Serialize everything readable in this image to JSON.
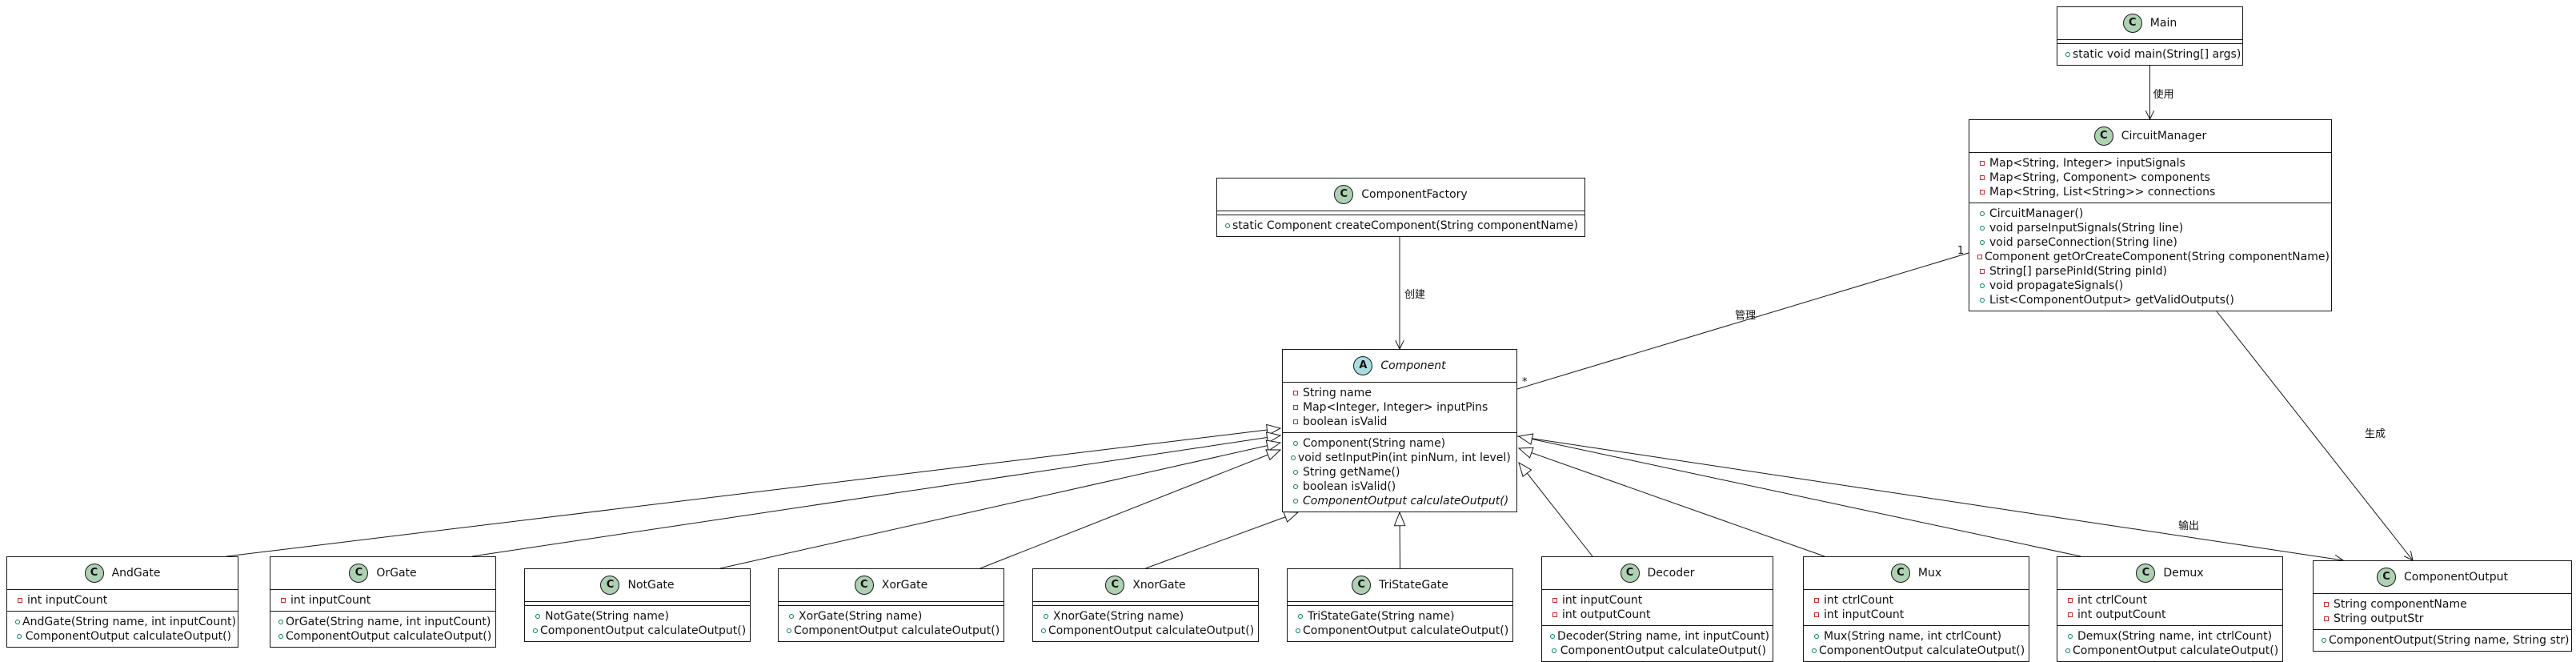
{
  "classes": [
    {
      "id": "Main",
      "kind": "class",
      "name": "Main",
      "attrs": [],
      "methods": [
        {
          "v": "+",
          "t": "static void main(String[] args)"
        }
      ]
    },
    {
      "id": "CircuitManager",
      "kind": "class",
      "name": "CircuitManager",
      "attrs": [
        {
          "v": "-",
          "t": "Map<String, Integer> inputSignals"
        },
        {
          "v": "-",
          "t": "Map<String, Component> components"
        },
        {
          "v": "-",
          "t": "Map<String, List<String>> connections"
        }
      ],
      "methods": [
        {
          "v": "+",
          "t": "CircuitManager()"
        },
        {
          "v": "+",
          "t": "void parseInputSignals(String line)"
        },
        {
          "v": "+",
          "t": "void parseConnection(String line)"
        },
        {
          "v": "-",
          "t": "Component getOrCreateComponent(String componentName)"
        },
        {
          "v": "-",
          "t": "String[] parsePinId(String pinId)"
        },
        {
          "v": "+",
          "t": "void propagateSignals()"
        },
        {
          "v": "+",
          "t": "List<ComponentOutput> getValidOutputs()"
        }
      ]
    },
    {
      "id": "ComponentFactory",
      "kind": "class",
      "name": "ComponentFactory",
      "attrs": [],
      "methods": [
        {
          "v": "+",
          "t": "static Component createComponent(String componentName)"
        }
      ]
    },
    {
      "id": "Component",
      "kind": "abstract",
      "name": "Component",
      "attrs": [
        {
          "v": "-",
          "t": "String name"
        },
        {
          "v": "-",
          "t": "Map<Integer, Integer> inputPins"
        },
        {
          "v": "-",
          "t": "boolean isValid"
        }
      ],
      "methods": [
        {
          "v": "+",
          "t": "Component(String name)"
        },
        {
          "v": "+",
          "t": "void setInputPin(int pinNum, int level)"
        },
        {
          "v": "+",
          "t": "String getName()"
        },
        {
          "v": "+",
          "t": "boolean isValid()"
        },
        {
          "v": "+",
          "t": "ComponentOutput calculateOutput()",
          "italic": true
        }
      ]
    },
    {
      "id": "AndGate",
      "kind": "class",
      "name": "AndGate",
      "attrs": [
        {
          "v": "-",
          "t": "int inputCount"
        }
      ],
      "methods": [
        {
          "v": "+",
          "t": "AndGate(String name, int inputCount)"
        },
        {
          "v": "+",
          "t": "ComponentOutput calculateOutput()"
        }
      ]
    },
    {
      "id": "OrGate",
      "kind": "class",
      "name": "OrGate",
      "attrs": [
        {
          "v": "-",
          "t": "int inputCount"
        }
      ],
      "methods": [
        {
          "v": "+",
          "t": "OrGate(String name, int inputCount)"
        },
        {
          "v": "+",
          "t": "ComponentOutput calculateOutput()"
        }
      ]
    },
    {
      "id": "NotGate",
      "kind": "class",
      "name": "NotGate",
      "attrs": [],
      "methods": [
        {
          "v": "+",
          "t": "NotGate(String name)"
        },
        {
          "v": "+",
          "t": "ComponentOutput calculateOutput()"
        }
      ]
    },
    {
      "id": "XorGate",
      "kind": "class",
      "name": "XorGate",
      "attrs": [],
      "methods": [
        {
          "v": "+",
          "t": "XorGate(String name)"
        },
        {
          "v": "+",
          "t": "ComponentOutput calculateOutput()"
        }
      ]
    },
    {
      "id": "XnorGate",
      "kind": "class",
      "name": "XnorGate",
      "attrs": [],
      "methods": [
        {
          "v": "+",
          "t": "XnorGate(String name)"
        },
        {
          "v": "+",
          "t": "ComponentOutput calculateOutput()"
        }
      ]
    },
    {
      "id": "TriStateGate",
      "kind": "class",
      "name": "TriStateGate",
      "attrs": [],
      "methods": [
        {
          "v": "+",
          "t": "TriStateGate(String name)"
        },
        {
          "v": "+",
          "t": "ComponentOutput calculateOutput()"
        }
      ]
    },
    {
      "id": "Decoder",
      "kind": "class",
      "name": "Decoder",
      "attrs": [
        {
          "v": "-",
          "t": "int inputCount"
        },
        {
          "v": "-",
          "t": "int outputCount"
        }
      ],
      "methods": [
        {
          "v": "+",
          "t": "Decoder(String name, int inputCount)"
        },
        {
          "v": "+",
          "t": "ComponentOutput calculateOutput()"
        }
      ]
    },
    {
      "id": "Mux",
      "kind": "class",
      "name": "Mux",
      "attrs": [
        {
          "v": "-",
          "t": "int ctrlCount"
        },
        {
          "v": "-",
          "t": "int inputCount"
        }
      ],
      "methods": [
        {
          "v": "+",
          "t": "Mux(String name, int ctrlCount)"
        },
        {
          "v": "+",
          "t": "ComponentOutput calculateOutput()"
        }
      ]
    },
    {
      "id": "Demux",
      "kind": "class",
      "name": "Demux",
      "attrs": [
        {
          "v": "-",
          "t": "int ctrlCount"
        },
        {
          "v": "-",
          "t": "int outputCount"
        }
      ],
      "methods": [
        {
          "v": "+",
          "t": "Demux(String name, int ctrlCount)"
        },
        {
          "v": "+",
          "t": "ComponentOutput calculateOutput()"
        }
      ]
    },
    {
      "id": "ComponentOutput",
      "kind": "class",
      "name": "ComponentOutput",
      "attrs": [
        {
          "v": "-",
          "t": "String componentName"
        },
        {
          "v": "-",
          "t": "String outputStr"
        }
      ],
      "methods": [
        {
          "v": "+",
          "t": "ComponentOutput(String name, String str)"
        }
      ]
    }
  ],
  "relations": [
    {
      "from": "Main",
      "to": "CircuitManager",
      "type": "dependency",
      "label": "使用"
    },
    {
      "from": "ComponentFactory",
      "to": "Component",
      "type": "dependency",
      "label": "创建"
    },
    {
      "from": "CircuitManager",
      "to": "Component",
      "type": "association",
      "label": "管理",
      "from_mult": "1",
      "to_mult": "*"
    },
    {
      "from": "CircuitManager",
      "to": "ComponentOutput",
      "type": "dependency",
      "label": "生成"
    },
    {
      "from": "Component",
      "to": "ComponentOutput",
      "type": "dependency",
      "label": "输出"
    },
    {
      "from": "AndGate",
      "to": "Component",
      "type": "inheritance"
    },
    {
      "from": "OrGate",
      "to": "Component",
      "type": "inheritance"
    },
    {
      "from": "NotGate",
      "to": "Component",
      "type": "inheritance"
    },
    {
      "from": "XorGate",
      "to": "Component",
      "type": "inheritance"
    },
    {
      "from": "XnorGate",
      "to": "Component",
      "type": "inheritance"
    },
    {
      "from": "TriStateGate",
      "to": "Component",
      "type": "inheritance"
    },
    {
      "from": "Decoder",
      "to": "Component",
      "type": "inheritance"
    },
    {
      "from": "Mux",
      "to": "Component",
      "type": "inheritance"
    },
    {
      "from": "Demux",
      "to": "Component",
      "type": "inheritance"
    }
  ]
}
